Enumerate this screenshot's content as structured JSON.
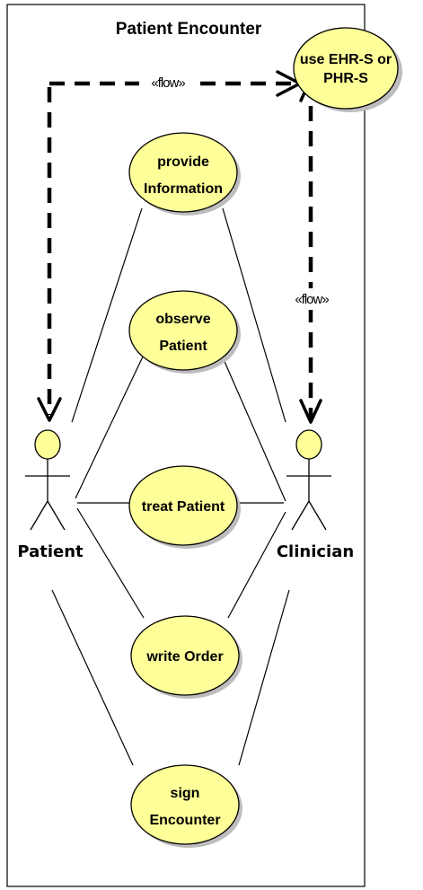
{
  "diagram": {
    "boundary_title": "Patient Encounter",
    "actors": {
      "patient": "Patient",
      "clinician": "Clinician"
    },
    "use_cases": {
      "ehr": [
        "use EHR-S or",
        "PHR-S"
      ],
      "provide": [
        "provide",
        "Information"
      ],
      "observe": [
        "observe",
        "Patient"
      ],
      "treat": [
        "treat Patient"
      ],
      "order": [
        "write Order"
      ],
      "sign": [
        "sign",
        "Encounter"
      ]
    },
    "flows": {
      "top": "«flow»",
      "right": "«flow»"
    },
    "colors": {
      "use_case_fill": "#ffff99",
      "line": "#000000"
    }
  }
}
